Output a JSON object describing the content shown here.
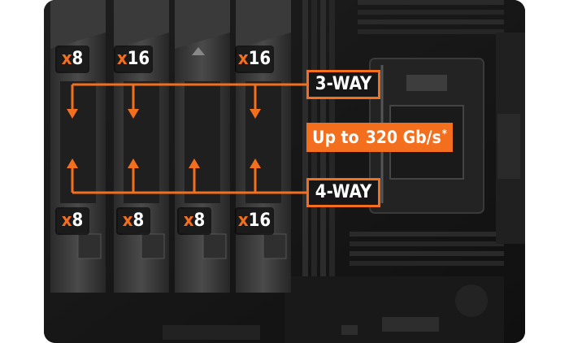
{
  "lanes_top": [
    {
      "prefix": "x",
      "value": "8"
    },
    {
      "prefix": "x",
      "value": "16"
    },
    {
      "prefix": "x",
      "value": "16"
    }
  ],
  "lanes_bottom": [
    {
      "prefix": "x",
      "value": "8"
    },
    {
      "prefix": "x",
      "value": "8"
    },
    {
      "prefix": "x",
      "value": "8"
    },
    {
      "prefix": "x",
      "value": "16"
    }
  ],
  "modes": {
    "three_way": "3-WAY",
    "four_way": "4-WAY"
  },
  "speed": {
    "prefix": "Up to",
    "value": "320 Gb/s",
    "footnote_mark": "*"
  },
  "colors": {
    "accent": "#f36f1e",
    "background": "#151515",
    "label_bg": "#1b1b1b"
  }
}
